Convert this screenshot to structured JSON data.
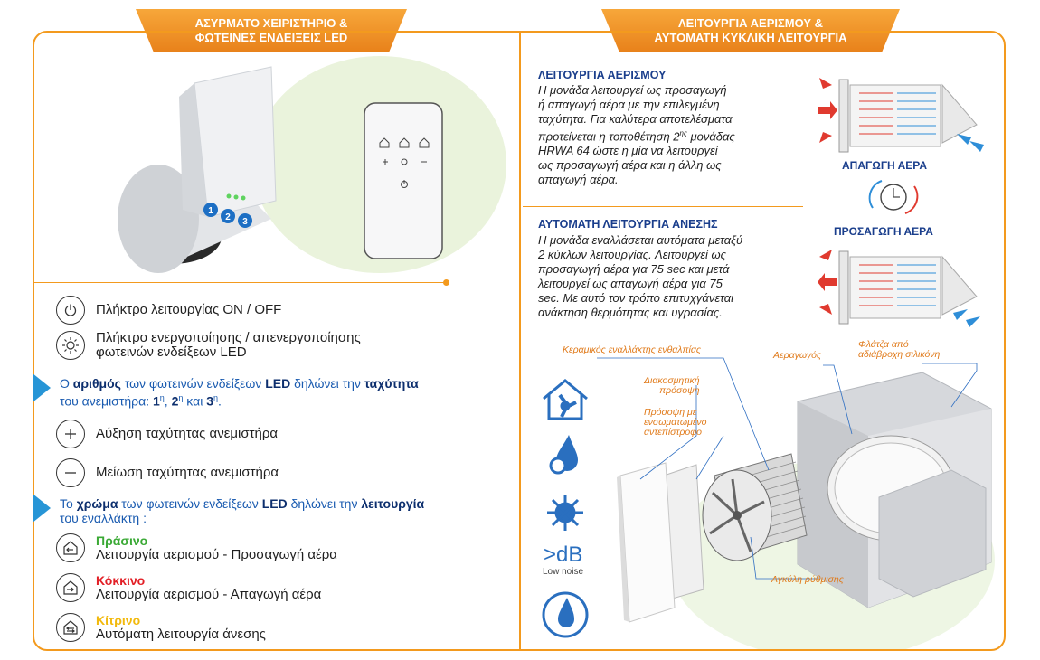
{
  "banners": {
    "left": {
      "line1": "ΑΣΥΡΜΑΤΟ ΧΕΙΡΙΣΤΗΡΙΟ &",
      "line2": "ΦΩΤΕΙΝΕΣ ΕΝΔΕΙΞΕΙΣ LED"
    },
    "right": {
      "line1": "ΛΕΙΤΟΥΡΓΙΑ ΑΕΡΙΣΜΟΥ &",
      "line2": "ΑΥΤΟΜΑΤΗ ΚΥΚΛΙΚΗ ΛΕΙΤΟΥΡΓΙΑ"
    }
  },
  "device": {
    "badges": [
      "1",
      "2",
      "3"
    ]
  },
  "controls": [
    {
      "icon": "power-icon",
      "label": "Πλήκτρο λειτουργίας ON / OFF"
    },
    {
      "icon": "light-icon",
      "label": "Πλήκτρο ενεργοποίησης / απενεργοποίησης",
      "label2": "φωτεινών ενδείξεων LED"
    },
    {
      "icon": "plus-icon",
      "label": "Αύξηση ταχύτητας ανεμιστήρα"
    },
    {
      "icon": "minus-icon",
      "label": "Μείωση ταχύτητας ανεμιστήρα"
    }
  ],
  "info_speed": {
    "p1": "Ο ",
    "b1": "αριθμός",
    "p2": " των φωτεινών ενδείξεων ",
    "b2": "LED",
    "p3": " δηλώνει την ",
    "b3": "ταχύτητα",
    "p4": "του ανεμιστήρα: ",
    "n1": "1",
    "s1": "η",
    "c1": ", ",
    "n2": "2",
    "s2": "η",
    "c2": " και ",
    "n3": "3",
    "s3": "η",
    "end": "."
  },
  "info_color": {
    "p1": "Το ",
    "b1": "χρώμα",
    "p2": " των φωτεινών ενδείξεων ",
    "b2": "LED",
    "p3": " δηλώνει την ",
    "b3": "λειτουργία",
    "p4": "του εναλλάκτη :"
  },
  "modes": [
    {
      "name": "Πράσινο",
      "color": "#3aa935",
      "desc": "Λειτουργία αερισμού - Προσαγωγή αέρα"
    },
    {
      "name": "Κόκκινο",
      "color": "#e21f26",
      "desc": "Λειτουργία αερισμού - Απαγωγή αέρα"
    },
    {
      "name": "Κίτρινο",
      "color": "#f2b90c",
      "desc": "Αυτόματη λειτουργία άνεσης"
    }
  ],
  "ventilation": {
    "title": "ΛΕΙΤΟΥΡΓΙΑ ΑΕΡΙΣΜΟΥ",
    "l1": "Η μονάδα λειτουργεί ως προσαγωγή",
    "l2": "ή απαγωγή αέρα με την επιλεγμένη",
    "l3": "ταχύτητα. Για καλύτερα αποτελέσματα",
    "l4a": "προτείνεται η τοποθέτηση 2",
    "l4s": "ης",
    "l4b": " μονάδας",
    "l5": "HRWA 64 ώστε η μία να λειτουργεί",
    "l6": "ως προσαγωγή αέρα και η άλλη ως",
    "l7": "απαγωγή αέρα."
  },
  "auto": {
    "title": "ΑΥΤΟΜΑΤΗ ΛΕΙΤΟΥΡΓΙΑ ΑΝΕΣΗΣ",
    "lines": [
      "Η μονάδα εναλλάσεται αυτόματα μεταξύ",
      "2 κύκλων λειτουργίας. Λειτουργεί ως",
      "προσαγωγή αέρα για 75 sec και μετά",
      "λειτουργεί ως απαγωγή αέρα για 75",
      "sec. Με αυτό τον τρόπο επιτυχγάνεται",
      "ανάκτηση θερμότητας και υγρασίας."
    ]
  },
  "diagram_captions": {
    "extract": "ΑΠΑΓΩΓΗ ΑΕΡΑ",
    "supply": "ΠΡΟΣΑΓΩΓΗ ΑΕΡΑ"
  },
  "parts": {
    "ceramic": "Κεραμικός εναλλάκτης ενθαλπίας",
    "decor1": "Διακοσμητική",
    "decor2": "πρόσοψη",
    "front1": "Πρόσοψη με",
    "front2": "ενσωματωμένο",
    "front3": "αντεπίστροφο",
    "duct": "Αεραγωγός",
    "flange1": "Φλάτζα από",
    "flange2": "αδιάβροχη σιλικόνη",
    "knob": "Αγκύλη ρύθμισης"
  },
  "features": {
    "db": ">dB",
    "low_noise": "Low noise"
  },
  "colors": {
    "orange": "#f39a1e",
    "blue": "#1a3e8c",
    "red": "#e03a2f",
    "lightblue": "#2e8ed8"
  }
}
